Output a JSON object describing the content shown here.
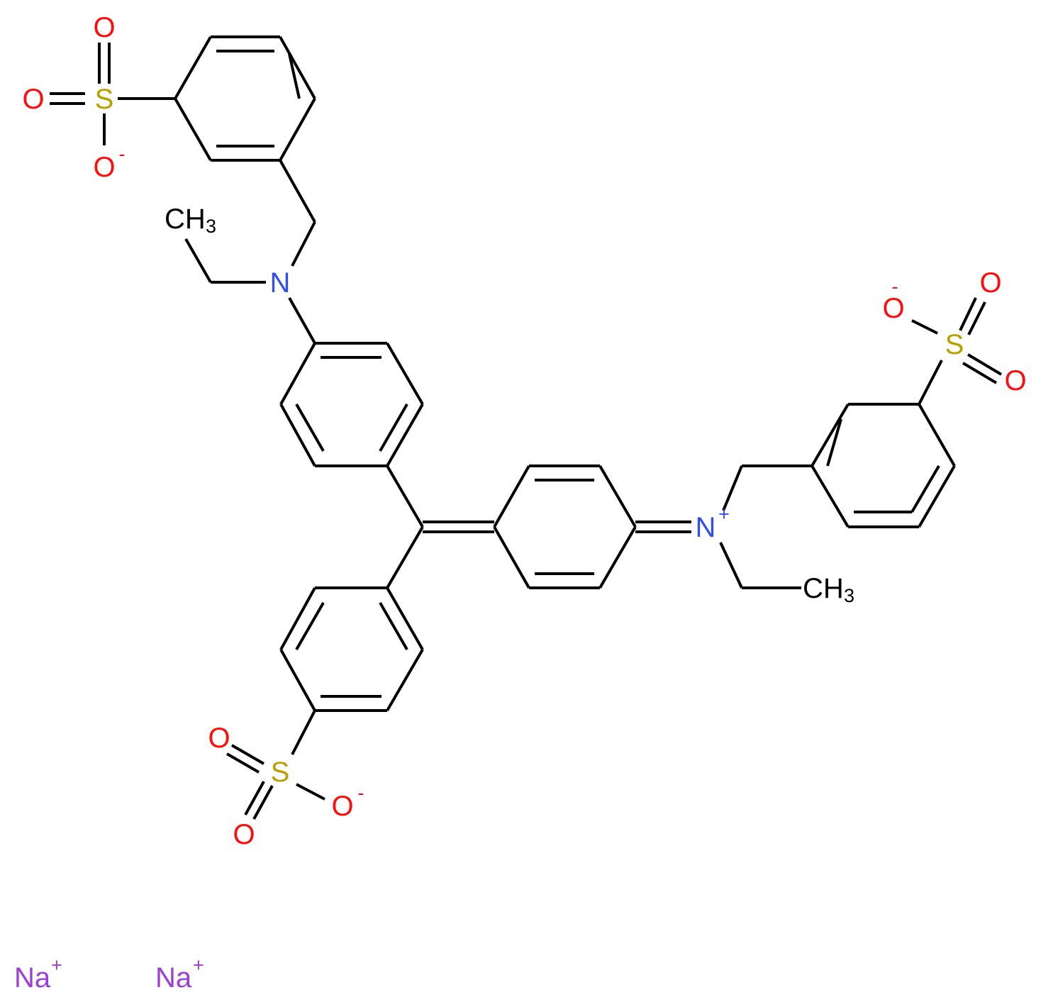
{
  "colors": {
    "bond": "#000000",
    "oxygen": "#ff0d0d",
    "sulfur": "#b8a000",
    "nitrogen": "#2f4fe8",
    "sodium": "#9b3fd6",
    "carbon": "#000000"
  },
  "labels": {
    "s1": "S",
    "s1_o_left": "O",
    "s1_o_top": "O",
    "s1_o_minus": "O",
    "s1_minus": "-",
    "ch3_top": "CH",
    "ch3_top_sub": "3",
    "n_amine": "N",
    "n_iminium": "N",
    "n_plus": "+",
    "ch3_right": "CH",
    "ch3_right_sub": "3",
    "s2": "S",
    "s2_o_minus": "O",
    "s2_minus": "-",
    "s2_o_top": "O",
    "s2_o_right": "O",
    "s3": "S",
    "s3_o_top": "O",
    "s3_o_bottom": "O",
    "s3_o_minus": "O",
    "s3_minus": "-",
    "na1": "Na",
    "na1_plus": "+",
    "na2": "Na",
    "na2_plus": "+"
  }
}
